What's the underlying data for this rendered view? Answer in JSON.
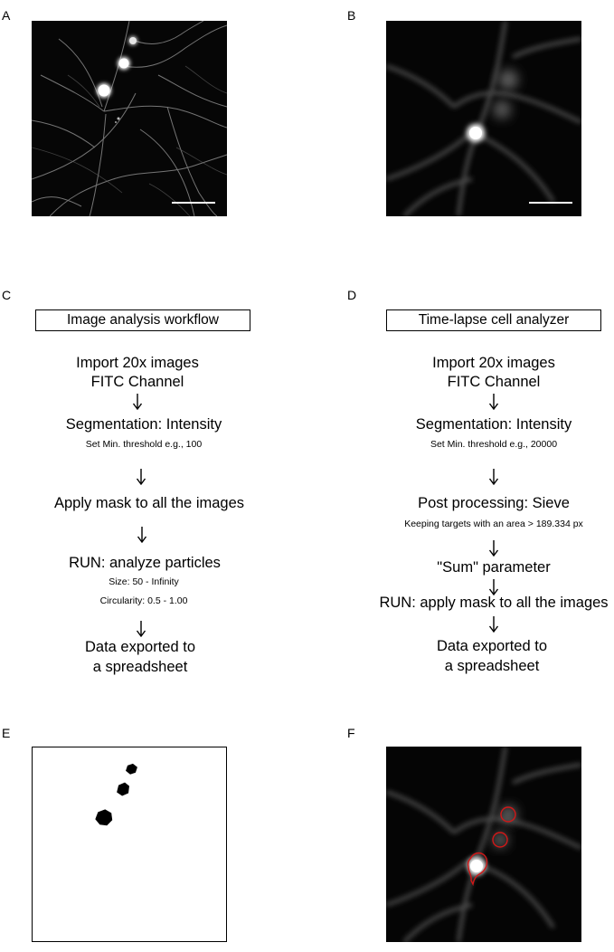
{
  "panels": {
    "a": "A",
    "b": "B",
    "c": "C",
    "d": "D",
    "e": "E",
    "f": "F"
  },
  "workflow_left": {
    "title": "Image analysis workflow",
    "step1_line1": "Import 20x images",
    "step1_line2": "FITC Channel",
    "step2": "Segmentation: Intensity",
    "step2_note": "Set Min. threshold e.g., 100",
    "step3": "Apply mask to all the images",
    "step4": "RUN: analyze particles",
    "step4_note1": "Size: 50 - Infinity",
    "step4_note2": "Circularity: 0.5 - 1.00",
    "step5_line1": "Data exported to",
    "step5_line2": "a spreadsheet"
  },
  "workflow_right": {
    "title": "Time-lapse cell analyzer",
    "step1_line1": "Import 20x images",
    "step1_line2": "FITC Channel",
    "step2": "Segmentation: Intensity",
    "step2_note": "Set Min. threshold e.g., 20000",
    "step3": "Post processing: Sieve",
    "step3_note": "Keeping targets with an area > 189.334 px",
    "step4": "\"Sum\" parameter",
    "step5": "RUN: apply mask to all the images",
    "step6_line1": "Data exported to",
    "step6_line2": "a spreadsheet"
  },
  "colors": {
    "background": "#ffffff",
    "text": "#000000",
    "micrograph_bg": "#050505",
    "cell_outline": "#d01818"
  }
}
